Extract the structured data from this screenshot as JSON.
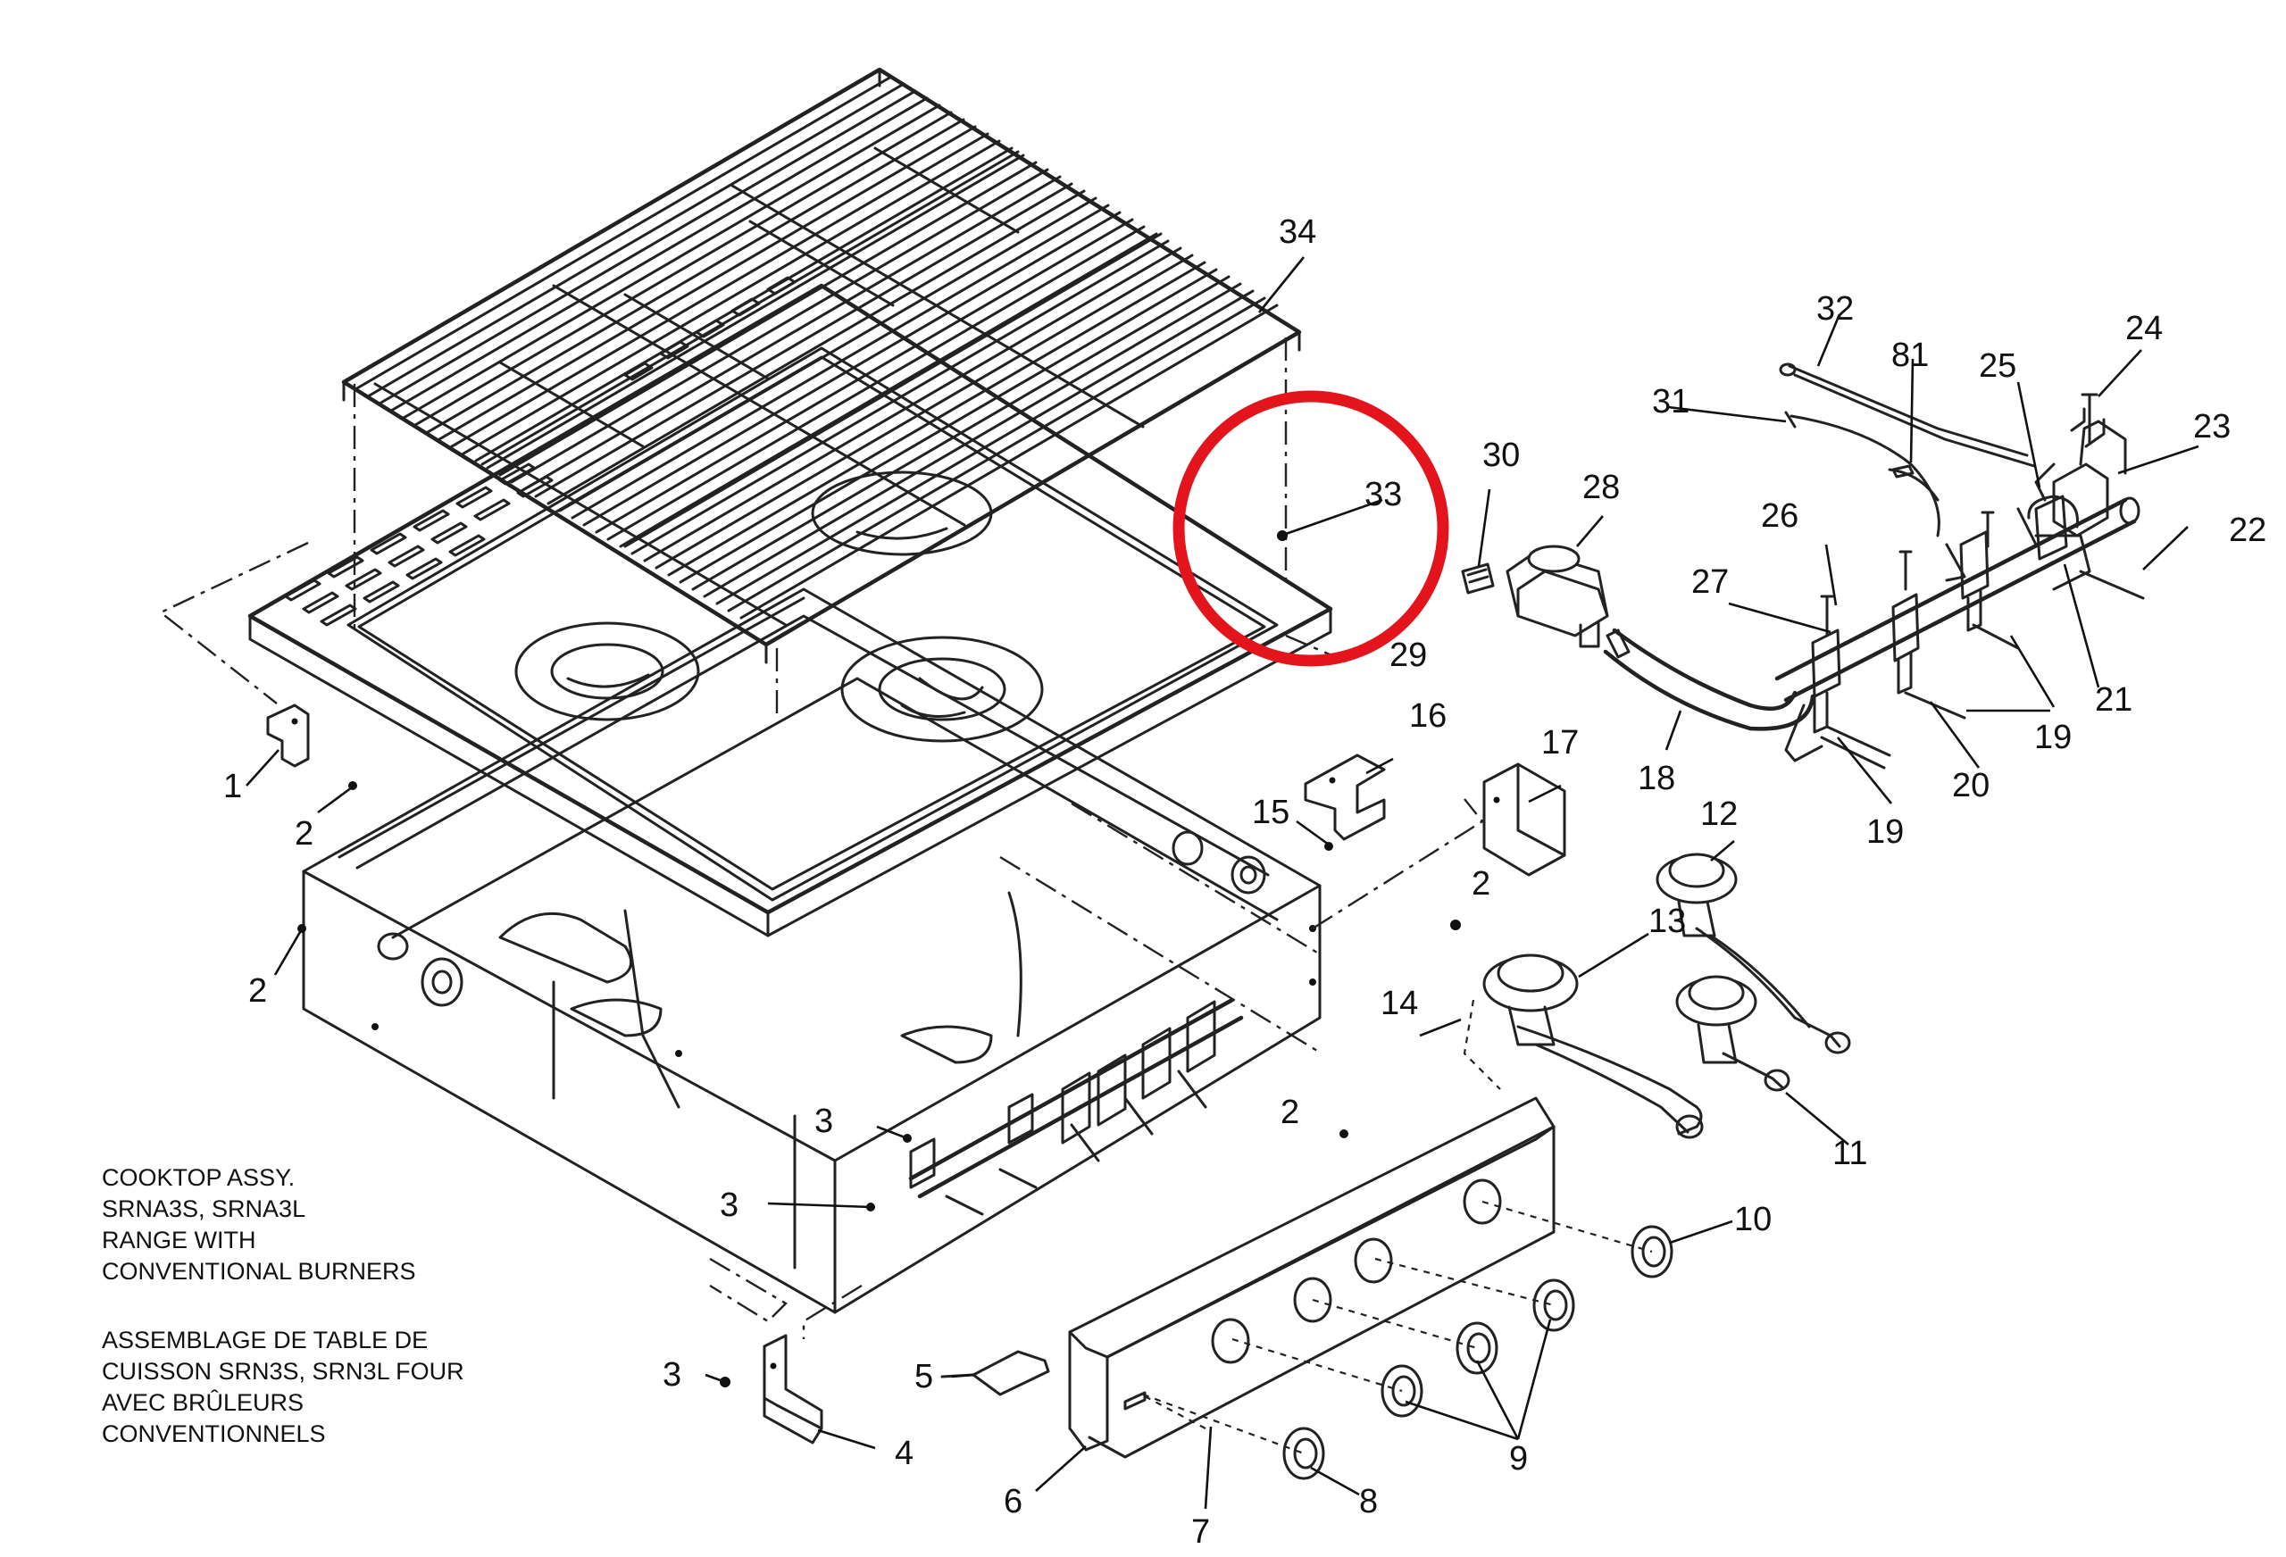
{
  "caption": {
    "english": [
      "COOKTOP ASSY.",
      "SRNA3S, SRNA3L",
      "RANGE WITH",
      "CONVENTIONAL BURNERS"
    ],
    "french": [
      "ASSEMBLAGE DE TABLE DE",
      "CUISSON SRN3S, SRN3L FOUR",
      "AVEC BRÛLEURS",
      "CONVENTIONNELS"
    ]
  },
  "callouts": [
    {
      "id": "c1",
      "label": "1"
    },
    {
      "id": "c2a",
      "label": "2"
    },
    {
      "id": "c2b",
      "label": "2"
    },
    {
      "id": "c2c",
      "label": "2"
    },
    {
      "id": "c2d",
      "label": "2"
    },
    {
      "id": "c3a",
      "label": "3"
    },
    {
      "id": "c3b",
      "label": "3"
    },
    {
      "id": "c3c",
      "label": "3"
    },
    {
      "id": "c4",
      "label": "4"
    },
    {
      "id": "c5",
      "label": "5"
    },
    {
      "id": "c6",
      "label": "6"
    },
    {
      "id": "c7",
      "label": "7"
    },
    {
      "id": "c8",
      "label": "8"
    },
    {
      "id": "c9",
      "label": "9"
    },
    {
      "id": "c10",
      "label": "10"
    },
    {
      "id": "c11",
      "label": "11"
    },
    {
      "id": "c12",
      "label": "12"
    },
    {
      "id": "c13",
      "label": "13"
    },
    {
      "id": "c14",
      "label": "14"
    },
    {
      "id": "c15",
      "label": "15"
    },
    {
      "id": "c16",
      "label": "16"
    },
    {
      "id": "c17",
      "label": "17"
    },
    {
      "id": "c18",
      "label": "18"
    },
    {
      "id": "c19a",
      "label": "19"
    },
    {
      "id": "c19b",
      "label": "19"
    },
    {
      "id": "c20",
      "label": "20"
    },
    {
      "id": "c21",
      "label": "21"
    },
    {
      "id": "c22",
      "label": "22"
    },
    {
      "id": "c23",
      "label": "23"
    },
    {
      "id": "c24",
      "label": "24"
    },
    {
      "id": "c25",
      "label": "25"
    },
    {
      "id": "c26",
      "label": "26"
    },
    {
      "id": "c27",
      "label": "27"
    },
    {
      "id": "c28",
      "label": "28"
    },
    {
      "id": "c29",
      "label": "29"
    },
    {
      "id": "c30",
      "label": "30"
    },
    {
      "id": "c31",
      "label": "31"
    },
    {
      "id": "c32",
      "label": "32"
    },
    {
      "id": "c33",
      "label": "33"
    },
    {
      "id": "c34",
      "label": "34"
    },
    {
      "id": "c81",
      "label": "81"
    }
  ],
  "highlight": {
    "target": "33",
    "color": "#e3141b"
  }
}
